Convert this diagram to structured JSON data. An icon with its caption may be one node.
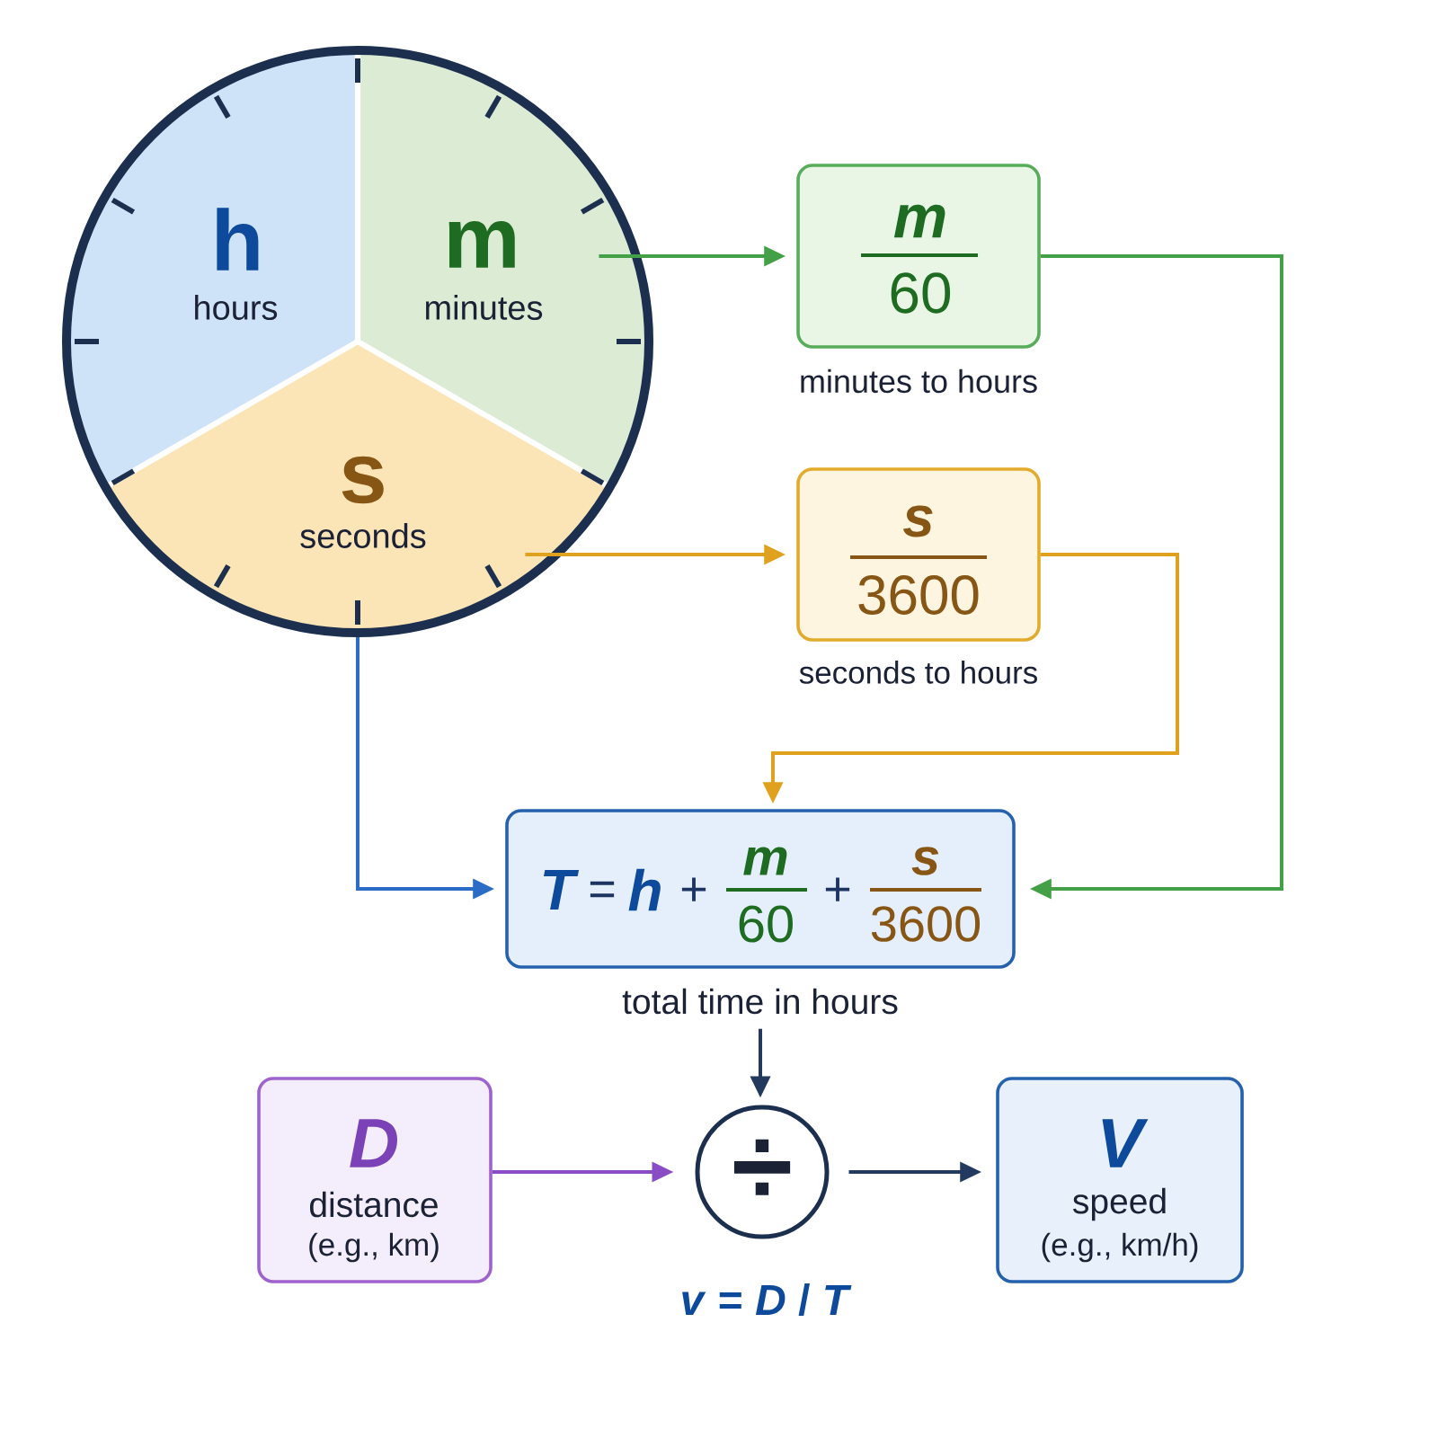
{
  "diagram": {
    "nodes": [
      {
        "text": [],
        "shape": "circle"
      },
      {
        "text": [
          "h",
          "hours"
        ],
        "in": 0
      },
      {
        "text": [
          "m",
          "minutes"
        ],
        "in": 0
      },
      {
        "text": [
          "s",
          "seconds"
        ],
        "in": 0
      },
      {
        "text": [
          "m",
          "60"
        ],
        "beside": [
          "minutes to hours"
        ]
      },
      {
        "text": [
          "s",
          "3600"
        ],
        "beside": [
          "seconds to hours"
        ]
      },
      {
        "text": [
          "T",
          "=",
          "h",
          "+",
          "m",
          "60",
          "+",
          "s",
          "3600"
        ],
        "beside": [
          "total time in hours"
        ]
      },
      {
        "text": [
          "D",
          "distance",
          "(e.g., km)"
        ]
      },
      {
        "text": [
          "÷"
        ],
        "beside": [
          "*v* = *D* / *T*"
        ]
      },
      {
        "text": [
          "V",
          "speed",
          "(e.g., km/h)"
        ]
      }
    ],
    "edges": [
      {
        "from": 2,
        "to": 4,
        "arrow": "to",
        "color": "#43a047"
      },
      {
        "from": 3,
        "to": 5,
        "arrow": "to",
        "color": "#e0a21e"
      },
      {
        "from": 0,
        "to": 6,
        "arrow": "to",
        "color": "#2b6cc4"
      },
      {
        "from": 4,
        "to": 6,
        "arrow": "to",
        "color": "#43a047"
      },
      {
        "from": 5,
        "to": 6,
        "arrow": "to",
        "color": "#e0a21e"
      },
      {
        "from": 6,
        "to": 8,
        "arrow": "to",
        "color": "#24395e"
      },
      {
        "from": 7,
        "to": 8,
        "arrow": "to",
        "color": "#8a4cc4"
      },
      {
        "from": 8,
        "to": 9,
        "arrow": "to",
        "color": "#24395e"
      }
    ]
  }
}
